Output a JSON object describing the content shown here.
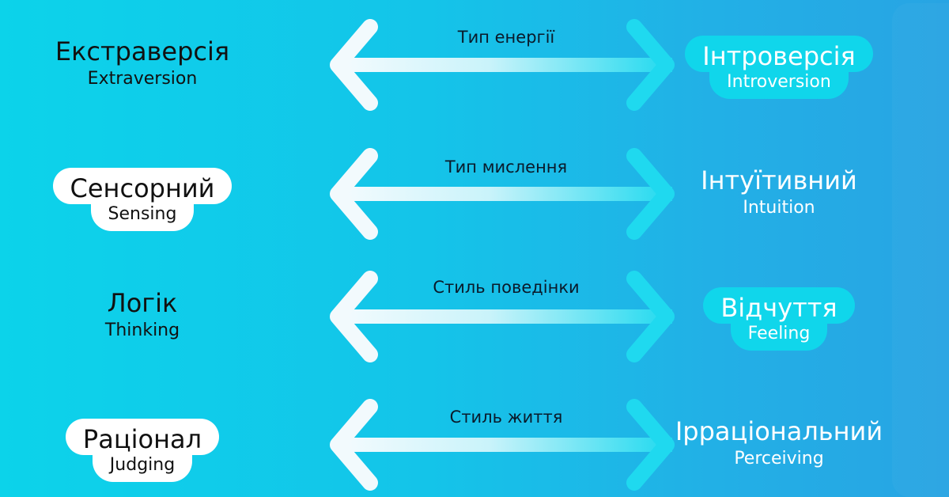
{
  "rows": [
    {
      "middle": "Тип енергії",
      "left": {
        "title": "Екстраверсія",
        "sub": "Extraversion",
        "pill": false
      },
      "right": {
        "title": "Інтроверсія",
        "sub": "Introversion",
        "pill": true
      }
    },
    {
      "middle": "Тип мислення",
      "left": {
        "title": "Сенсорний",
        "sub": "Sensing",
        "pill": true
      },
      "right": {
        "title": "Інтуїтивний",
        "sub": "Intuition",
        "pill": false
      }
    },
    {
      "middle": "Стиль поведінки",
      "left": {
        "title": "Логік",
        "sub": "Thinking",
        "pill": false
      },
      "right": {
        "title": "Відчуття",
        "sub": "Feeling",
        "pill": true
      }
    },
    {
      "middle": "Стиль життя",
      "left": {
        "title": "Раціонал",
        "sub": "Judging",
        "pill": true
      },
      "right": {
        "title": "Ірраціональний",
        "sub": "Perceiving",
        "pill": false
      }
    }
  ],
  "colors": {
    "bg_left": "#0cd3ea",
    "bg_right": "#28a4e3",
    "accent": "#10d6eb"
  }
}
